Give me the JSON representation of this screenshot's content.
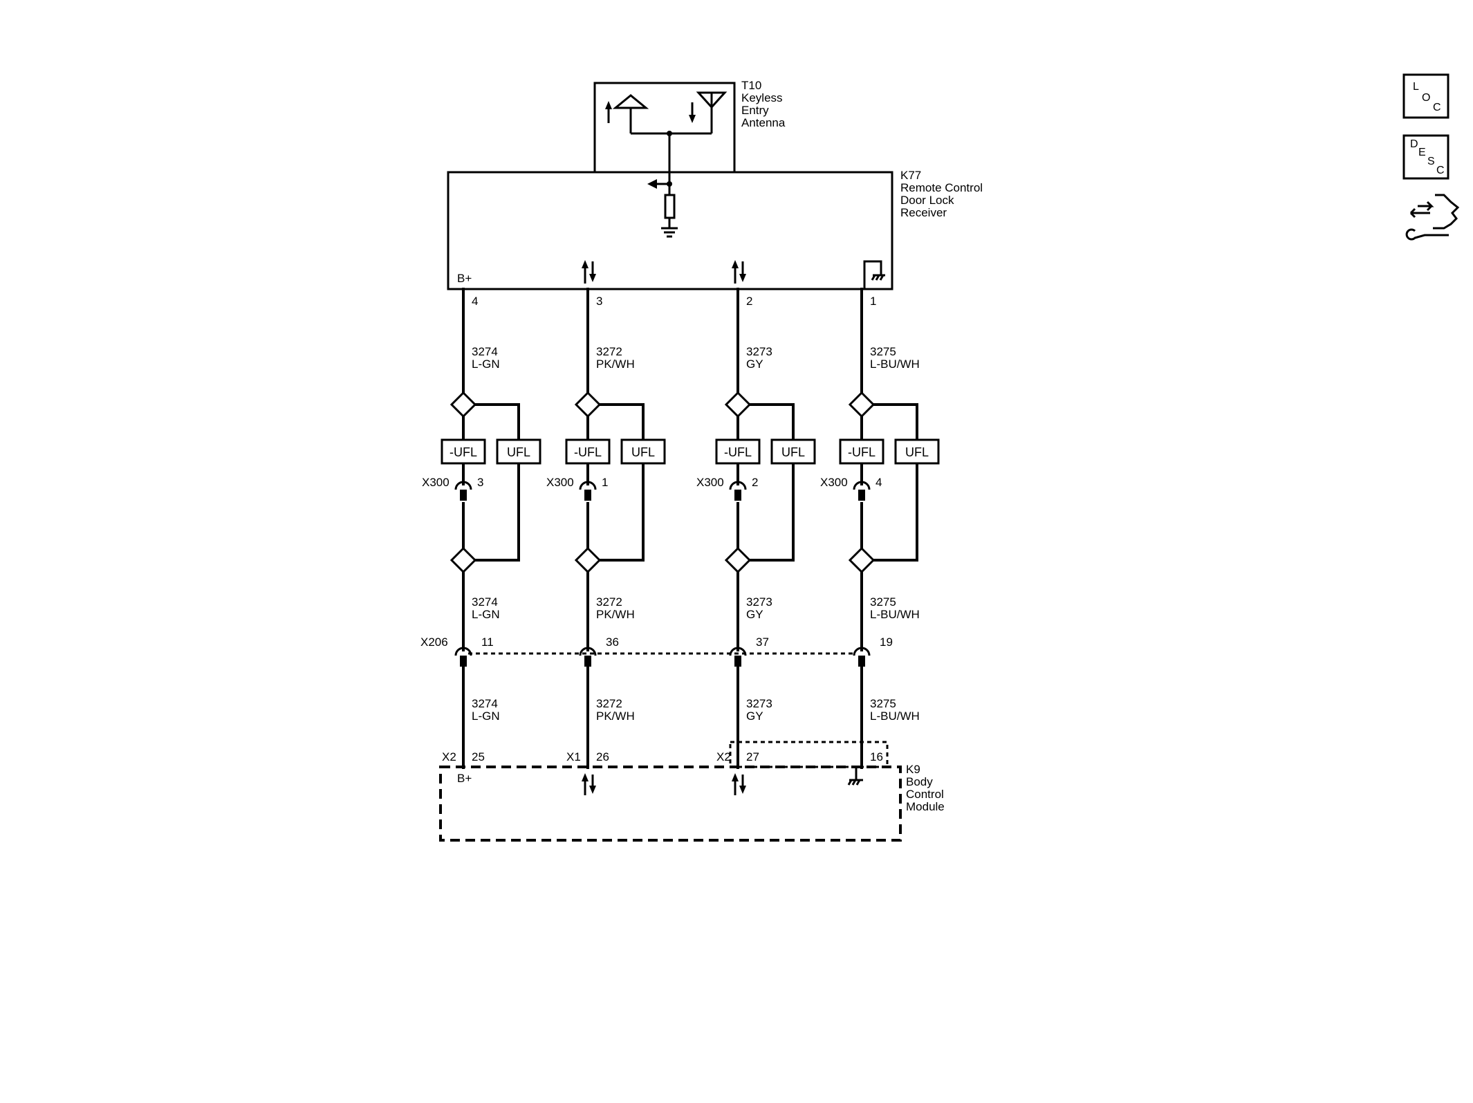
{
  "antenna": {
    "ref": "T10",
    "name_lines": [
      "Keyless",
      "Entry",
      "Antenna"
    ]
  },
  "receiver": {
    "ref": "K77",
    "name_lines": [
      "Remote Control",
      "Door Lock",
      "Receiver"
    ],
    "bplus": "B+"
  },
  "bcm": {
    "ref": "K9",
    "name_lines": [
      "Body",
      "Control",
      "Module"
    ],
    "bplus": "B+"
  },
  "circuits": [
    {
      "pin_top": "4",
      "wire": "3274",
      "color": "L-GN",
      "x300_label": "X300",
      "x300_pin": "3",
      "x206_pin": "11",
      "bcm_conn": "X2",
      "bcm_pin": "25"
    },
    {
      "pin_top": "3",
      "wire": "3272",
      "color": "PK/WH",
      "x300_label": "X300",
      "x300_pin": "1",
      "x206_pin": "36",
      "bcm_conn": "X1",
      "bcm_pin": "26"
    },
    {
      "pin_top": "2",
      "wire": "3273",
      "color": "GY",
      "x300_label": "X300",
      "x300_pin": "2",
      "x206_pin": "37",
      "bcm_conn": "X2",
      "bcm_pin": "27"
    },
    {
      "pin_top": "1",
      "wire": "3275",
      "color": "L-BU/WH",
      "x300_label": "X300",
      "x300_pin": "4",
      "x206_pin": "19",
      "bcm_conn": "",
      "bcm_pin": "16"
    }
  ],
  "x206_label": "X206",
  "option_labels": {
    "without": "-UFL",
    "with": "UFL"
  },
  "side_buttons": {
    "loc": [
      "L",
      "O",
      "C"
    ],
    "desc": [
      "D",
      "E",
      "S",
      "C"
    ],
    "icon": "connector-wrench-icon"
  }
}
